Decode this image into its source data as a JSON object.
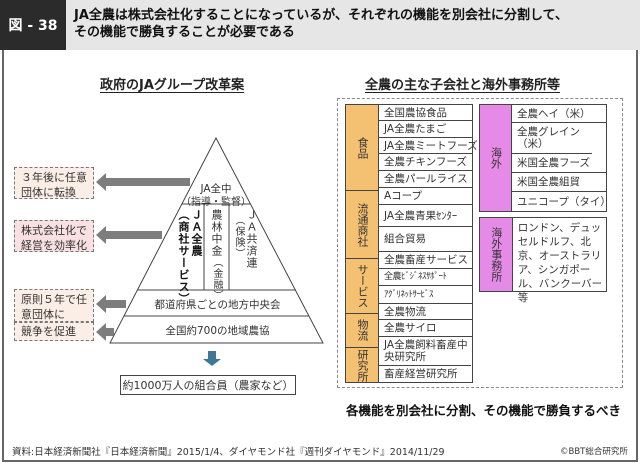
{
  "header": {
    "figure_number": "図 - 38",
    "title_line1": "JA全農は株式会社化することになっているが、それぞれの機能を別会社に分割して、",
    "title_line2": "その機能で勝負することが必要である"
  },
  "left": {
    "section_title": "政府のJAグループ改革案",
    "notes": [
      {
        "text_line1": "３年後に任意",
        "text_line2": "団体に転換"
      },
      {
        "text_line1": "株式会社化で",
        "text_line2": "経営を効率化"
      },
      {
        "text_line1": "原則５年で任",
        "text_line2": "意団体に"
      },
      {
        "text_line1": "競争を促進"
      }
    ],
    "pyramid": {
      "apex_line1": "JA全中",
      "apex_line2": "（指導・監督）",
      "col1_name": "ＪＡ全農",
      "col1_sub": "（商社サービス）",
      "col2_name": "農林中金",
      "col2_sub": "（金融）",
      "col3_name": "ＪＡ共済連",
      "col3_sub": "（保険）",
      "tier_regional": "都道府県ごとの地方中央会",
      "tier_local": "全国約700の地域農協"
    },
    "members": "約1000万人の組合員（農家など）"
  },
  "right": {
    "section_title": "全農の主な子会社と海外事務所等",
    "domestic_table": [
      {
        "category": "食品",
        "items": [
          "全国農協食品",
          "JA全農たまご",
          "JA全農ミートフーズ",
          "全農チキンフーズ",
          "全農パールライス"
        ]
      },
      {
        "category": "流通商社",
        "items": [
          "Aコープ",
          "JA全農青果ｾﾝﾀｰ",
          "組合貿易"
        ]
      },
      {
        "category": "サービス",
        "items": [
          "全農畜産サービス",
          "全農ﾋﾞｼﾞﾈｽｻﾎﾟｰﾄ",
          "ｱｸﾞﾘﾈｯﾄｻｰﾋﾞｽ"
        ]
      },
      {
        "category": "物流",
        "items": [
          "全農物流",
          "全農サイロ"
        ]
      },
      {
        "category": "研究所",
        "items": [
          "JA全農飼料畜産中央研究所",
          "畜産経営研究所"
        ]
      }
    ],
    "overseas_table": {
      "category": "海外",
      "items": [
        "全農ヘイ（米）",
        "全農グレイン（米）",
        "米国全農フーズ",
        "米国全農組貿",
        "ユニコープ（タイ）"
      ]
    },
    "offices_table": {
      "category": "海外事務所",
      "text": "ロンドン、デュッセルドルフ、北京、オーストラリア、シンガポール、バンクーバー等"
    }
  },
  "conclusion": "各機能を別会社に分割、その機能で勝負するべき",
  "footer": {
    "source": "資料:日本経済新聞社『日本経済新聞』2015/1/4、ダイヤモンド社『週刊ダイヤモンド』2014/11/29",
    "copyright": "©BBT総合研究所"
  },
  "colors": {
    "header_dark": "#2b2b2b",
    "header_light": "#e6e6e6",
    "category_orange": "#f4c072",
    "category_pink": "#e58ae6",
    "note_orange": "#fbeee6",
    "note_pink": "#f9e0e2",
    "arrow_gray": "#7d7d7d",
    "arrow_blue": "#3f7892"
  }
}
